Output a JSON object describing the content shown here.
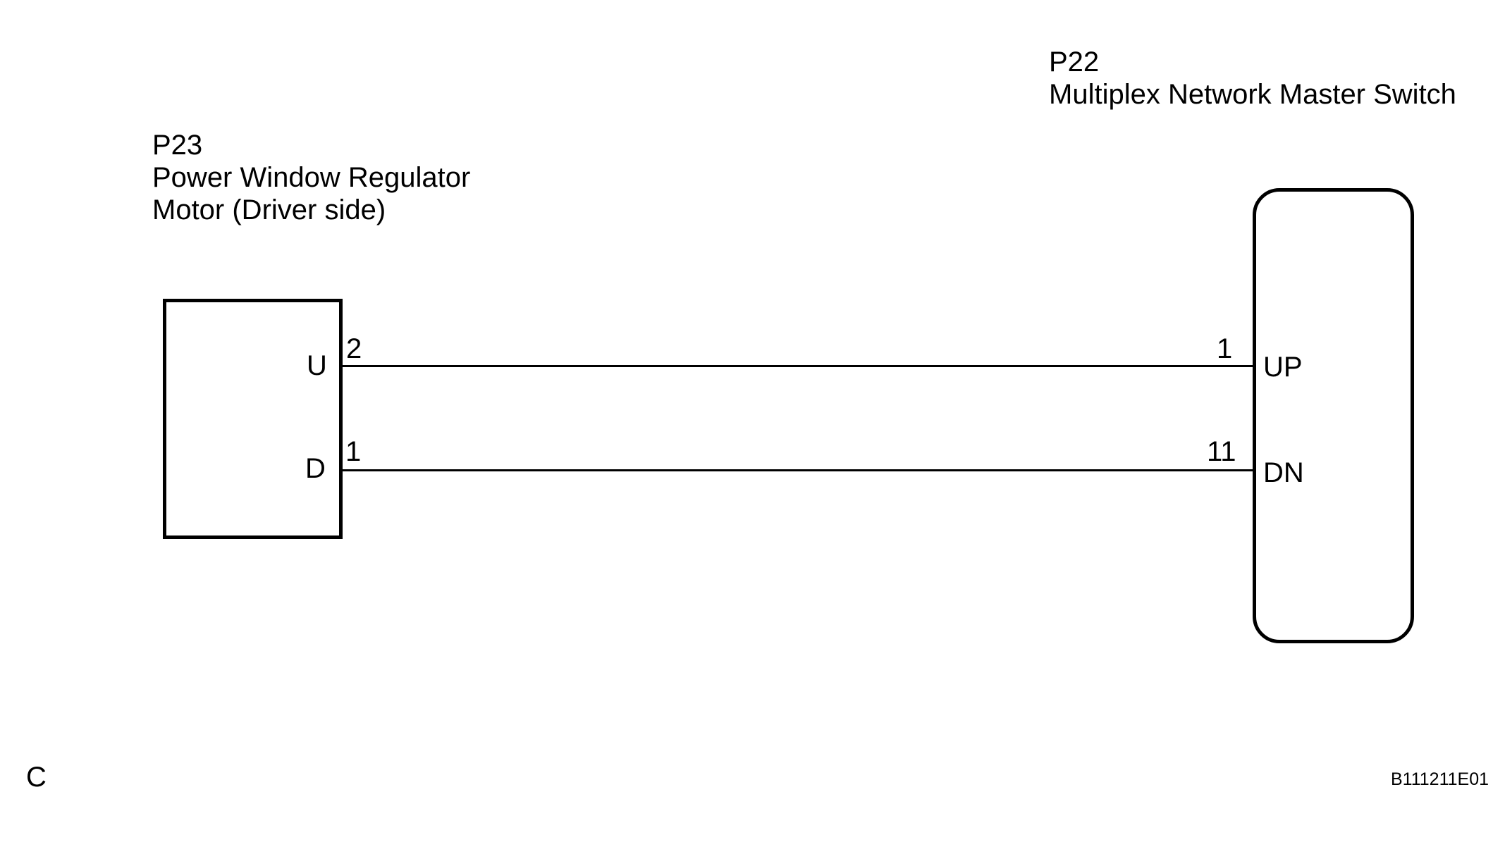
{
  "page": {
    "background_color": "#ffffff",
    "line_color": "#000000",
    "type": "wiring-diagram"
  },
  "connectors": {
    "p23": {
      "id": "P23",
      "name_line1": "Power Window Regulator",
      "name_line2": "Motor (Driver side)",
      "pins": {
        "u": {
          "number": "2",
          "signal": "U"
        },
        "d": {
          "number": "1",
          "signal": "D"
        }
      }
    },
    "p22": {
      "id": "P22",
      "name_line1": "Multiplex Network Master Switch",
      "pins": {
        "up": {
          "number": "1",
          "signal": "UP"
        },
        "dn": {
          "number": "11",
          "signal": "DN"
        }
      }
    }
  },
  "wires": [
    {
      "from": "P23 pin 2 (U)",
      "to": "P22 pin 1 (UP)"
    },
    {
      "from": "P23 pin 1 (D)",
      "to": "P22 pin 11 (DN)"
    }
  ],
  "footer": {
    "grid_reference": "C",
    "figure_code": "B111211E01"
  }
}
